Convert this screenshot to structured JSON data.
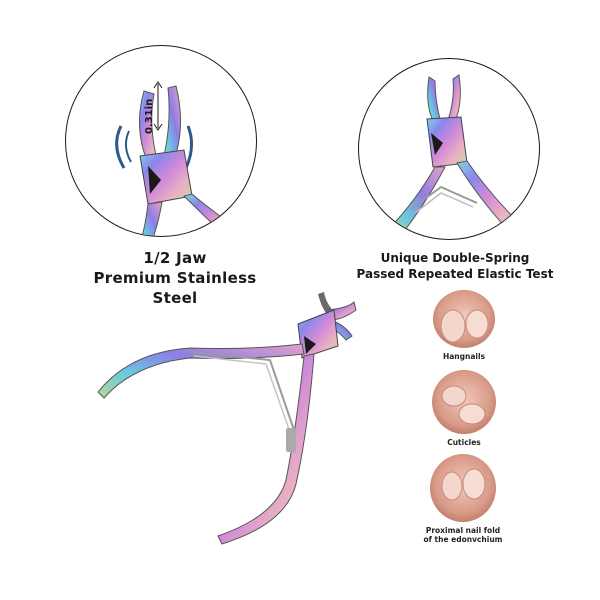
{
  "detail_jaw": {
    "measurement": "0.31in",
    "caption_line1": "1/2 Jaw",
    "caption_line2": "Premium Stainless Steel"
  },
  "detail_spring": {
    "caption_line1": "Unique Double-Spring",
    "caption_line2": "Passed Repeated Elastic Test"
  },
  "uses": [
    {
      "label": "Hangnails"
    },
    {
      "label": "Cuticles"
    },
    {
      "label": "Proximal nail fold",
      "label2": "of the edonvchium"
    }
  ],
  "colors": {
    "outline": "#1a1a1a",
    "skin": "#e2b3a4",
    "nail": "#f4d6cc",
    "rainbow": [
      "#5fd1e6",
      "#7f7fe8",
      "#c47ed9",
      "#e9a7c1",
      "#b9d98c"
    ]
  }
}
